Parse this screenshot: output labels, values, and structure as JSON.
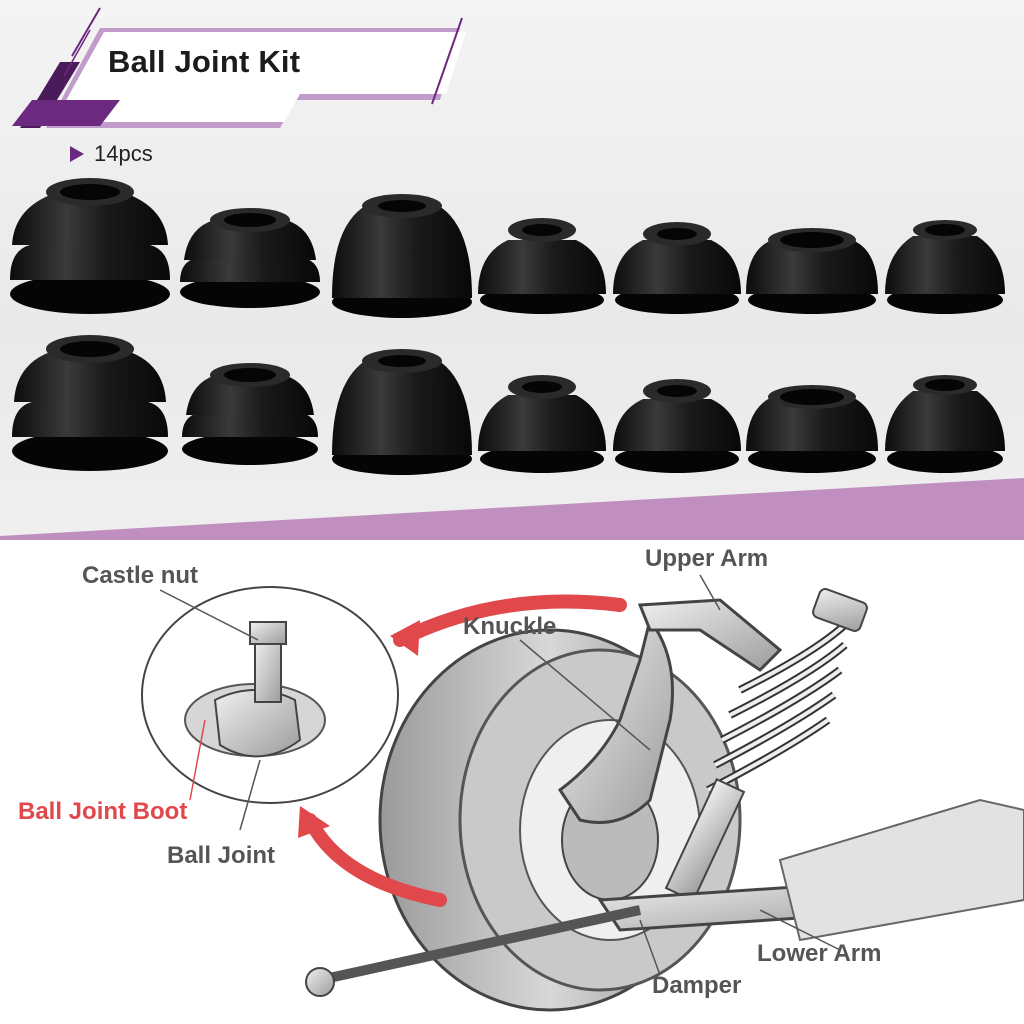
{
  "header": {
    "title": "Ball Joint Kit"
  },
  "product": {
    "count_label": "14pcs"
  },
  "boots": {
    "rows": 2,
    "per_row": 7,
    "color": "#1a1a1a"
  },
  "diagram": {
    "labels": {
      "castle_nut": "Castle nut",
      "upper_arm": "Upper Arm",
      "knuckle": "Knuckle",
      "ball_joint_boot": "Ball Joint Boot",
      "ball_joint": "Ball Joint",
      "lower_arm": "Lower Arm",
      "damper": "Damper"
    }
  },
  "colors": {
    "accent_purple": "#6b2a7f",
    "accent_pink": "#c08fbf",
    "highlight_red": "#e0484c",
    "label_gray": "#555555"
  }
}
